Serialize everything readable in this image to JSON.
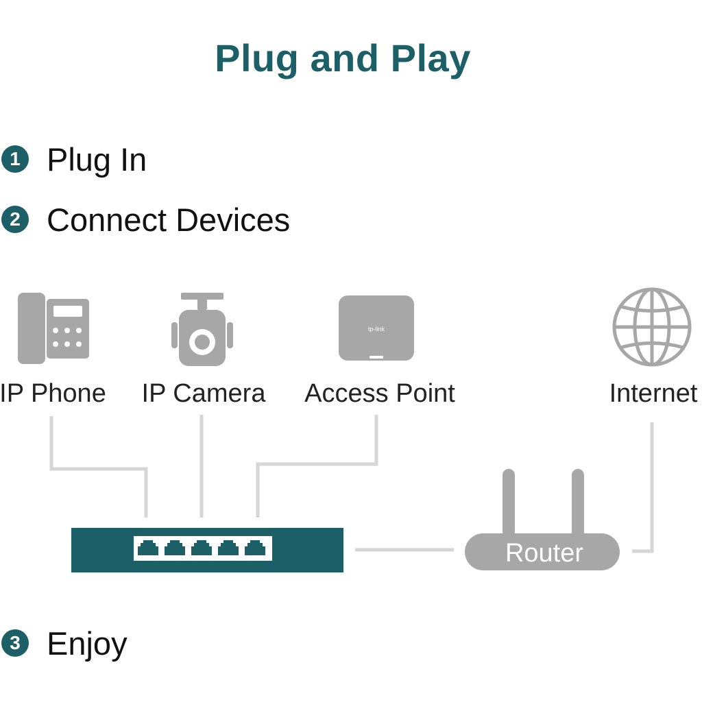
{
  "title": "Plug and Play",
  "steps": [
    {
      "number": "1",
      "label": "Plug In"
    },
    {
      "number": "2",
      "label": "Connect Devices"
    },
    {
      "number": "3",
      "label": "Enjoy"
    }
  ],
  "devices": {
    "ip_phone": "IP Phone",
    "ip_camera": "IP Camera",
    "access_point": "Access Point",
    "internet": "Internet",
    "router": "Router"
  },
  "access_point_logo": "tp-link",
  "colors": {
    "brand_teal": "#1c5f66",
    "icon_gray": "#a7a7a7",
    "line_gray": "#d6d6d6",
    "text": "#111111"
  },
  "icons": [
    "ip-phone-icon",
    "ip-camera-icon",
    "access-point-icon",
    "globe-icon",
    "router-icon",
    "switch-icon"
  ]
}
